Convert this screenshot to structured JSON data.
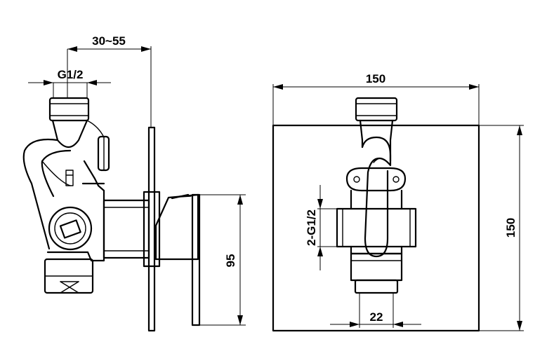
{
  "side_view": {
    "dim_depth": "30~55",
    "dim_thread": "G1/2",
    "dim_height": "95"
  },
  "front_view": {
    "dim_width": "150",
    "dim_height": "150",
    "dim_ports": "2-G1/2",
    "dim_outlet": "22"
  }
}
